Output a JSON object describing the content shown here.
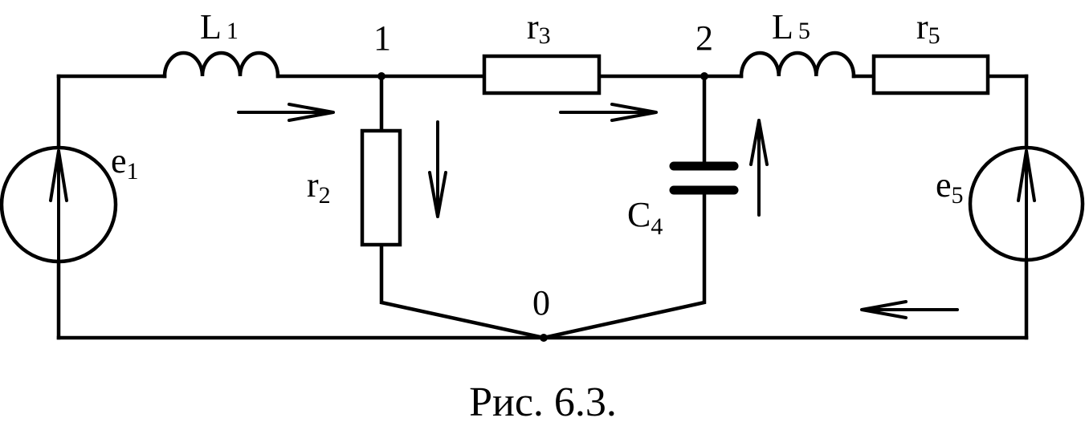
{
  "labels": {
    "L1": {
      "main": "L",
      "sub": "1"
    },
    "L5": {
      "main": "L",
      "sub": "5"
    },
    "r2": {
      "main": "r",
      "sub": "2"
    },
    "r3": {
      "main": "r",
      "sub": "3"
    },
    "r5": {
      "main": "r",
      "sub": "5"
    },
    "C4": {
      "main": "C",
      "sub": "4"
    },
    "e1": {
      "main": "e",
      "sub": "1"
    },
    "e5": {
      "main": "e",
      "sub": "5"
    }
  },
  "nodes": {
    "n0": "0",
    "n1": "1",
    "n2": "2"
  },
  "caption": "Рис. 6.3."
}
